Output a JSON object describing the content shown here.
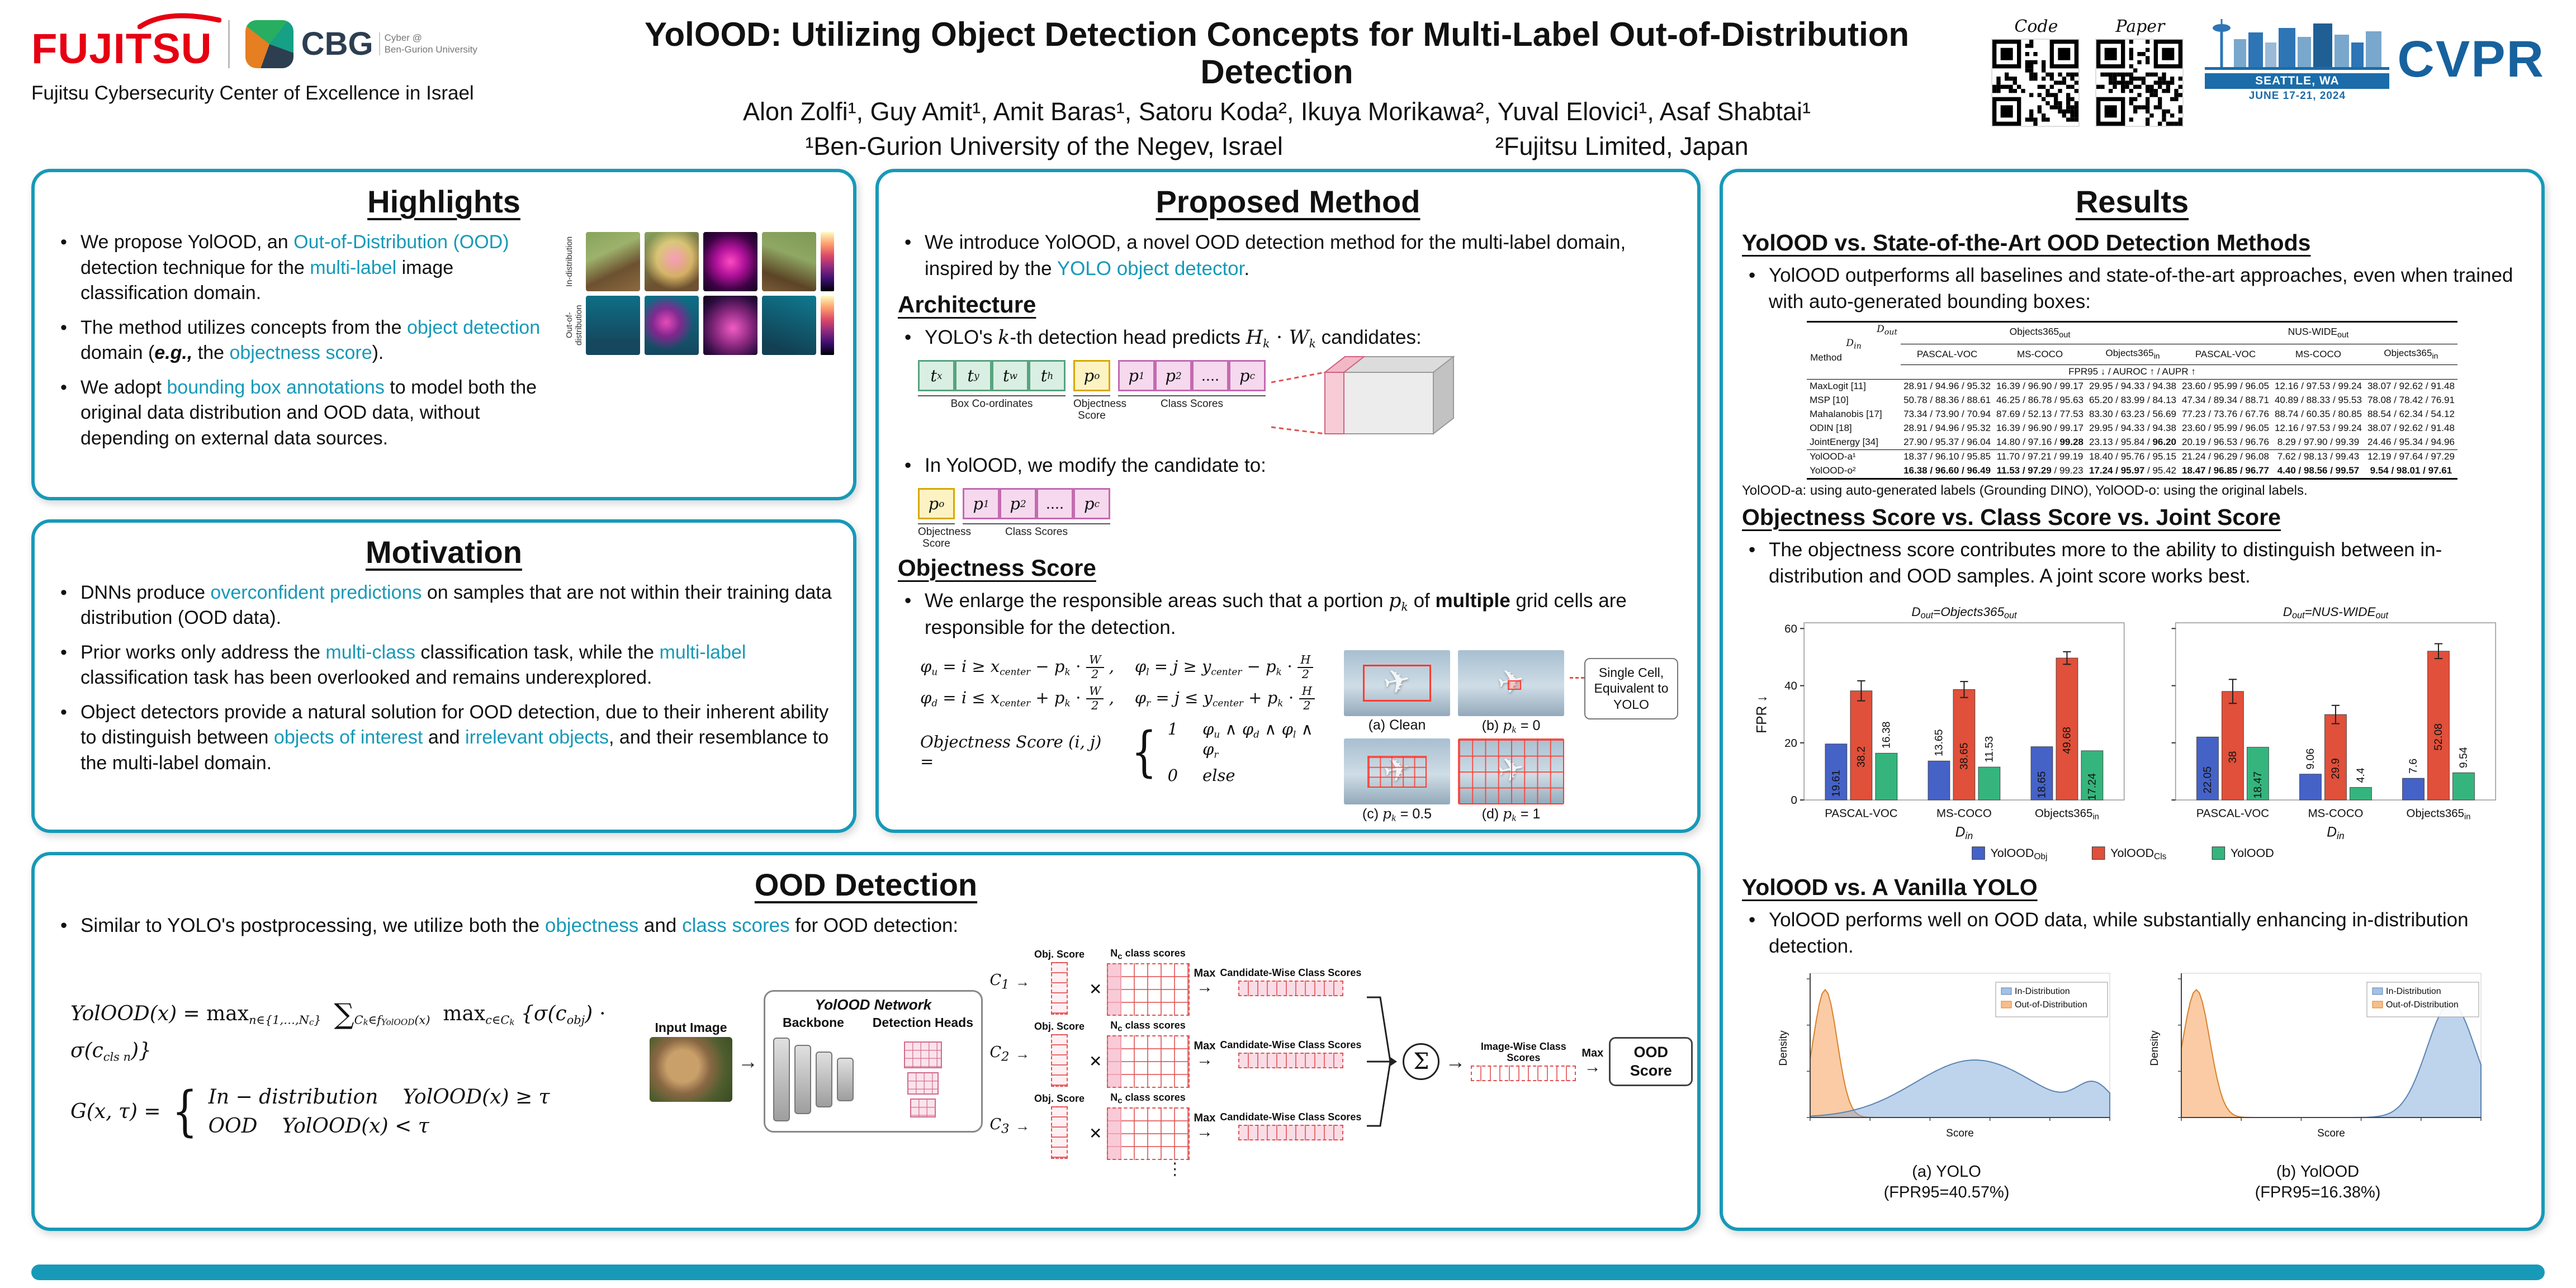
{
  "meta": {
    "accent": "#1799b8"
  },
  "header": {
    "title": "YolOOD: Utilizing Object Detection Concepts for Multi-Label Out-of-Distribution Detection",
    "authors": "Alon Zolfi¹, Guy Amit¹, Amit Baras¹, Satoru Koda², Ikuya Morikawa², Yuval Elovici¹, Asaf Shabtai¹",
    "affil_bgu": "¹Ben-Gurion University of the Negev, Israel",
    "affil_fujitsu": "²Fujitsu Limited, Japan",
    "fujitsu_logo": "FUJITSU",
    "cbg_logo": "CBG",
    "cbg_sub1": "Cyber @",
    "cbg_sub2": "Ben-Gurion University",
    "tagline": "Fujitsu Cybersecurity Center of Excellence in Israel",
    "qr_code_label": "Code",
    "qr_paper_label": "Paper",
    "cvpr_name": "CVPR",
    "cvpr_city": "SEATTLE, WA",
    "cvpr_dates": "JUNE 17-21, 2024"
  },
  "highlights": {
    "title": "Highlights",
    "bullets": [
      [
        [
          "p",
          "We propose YolOOD, an "
        ],
        [
          "a",
          "Out-of-Distribution (OOD)"
        ],
        [
          "p",
          " detection technique for the "
        ],
        [
          "a",
          "multi-label"
        ],
        [
          "p",
          " image classification domain."
        ]
      ],
      [
        [
          "p",
          "The method utilizes concepts from the "
        ],
        [
          "a",
          "object detection"
        ],
        [
          "p",
          " domain ("
        ],
        [
          "bi",
          "e.g., "
        ],
        [
          "p",
          "the "
        ],
        [
          "a",
          "objectness score"
        ],
        [
          "p",
          ")."
        ]
      ],
      [
        [
          "p",
          "We adopt "
        ],
        [
          "a",
          "bounding box annotations"
        ],
        [
          "p",
          " to model both the original data distribution and OOD data, without depending on external data sources."
        ]
      ]
    ],
    "fig_row1": "In-distribution",
    "fig_row2": "Out-of-distribution"
  },
  "motivation": {
    "title": "Motivation",
    "bullets": [
      [
        [
          "p",
          "DNNs produce "
        ],
        [
          "a",
          "overconfident predictions"
        ],
        [
          "p",
          " on samples that are not within their training data distribution (OOD data)."
        ]
      ],
      [
        [
          "p",
          "Prior works only address the "
        ],
        [
          "a",
          "multi-class"
        ],
        [
          "p",
          " classification task, while the "
        ],
        [
          "a",
          "multi-label"
        ],
        [
          "p",
          " classification task has been overlooked and remains underexplored."
        ]
      ],
      [
        [
          "p",
          "Object detectors provide a natural solution for OOD detection, due to their inherent ability to distinguish between "
        ],
        [
          "a",
          "objects of interest"
        ],
        [
          "p",
          " and "
        ],
        [
          "a",
          "irrelevant objects"
        ],
        [
          "p",
          ", and their resemblance to the multi-label domain."
        ]
      ]
    ]
  },
  "method": {
    "title": "Proposed Method",
    "intro": [
      [
        "p",
        "We introduce YolOOD, a novel OOD detection method for the multi-label domain, inspired by the "
      ],
      [
        "a",
        "YOLO object detector"
      ],
      [
        "p",
        "."
      ]
    ],
    "arch_heading": "Architecture",
    "arch_bullet": [
      [
        "p",
        "YOLO's "
      ],
      [
        "m",
        "k"
      ],
      [
        "p",
        "-th detection head predicts "
      ],
      [
        "m",
        "H"
      ],
      [
        "s",
        "k"
      ],
      [
        "m",
        " ⋅ W"
      ],
      [
        "s",
        "k"
      ],
      [
        "p",
        " candidates:"
      ]
    ],
    "vec1_cells": [
      {
        "g": "coord",
        "seg": [
          [
            "m",
            "t"
          ],
          [
            "s",
            "x"
          ]
        ]
      },
      {
        "g": "coord",
        "seg": [
          [
            "m",
            "t"
          ],
          [
            "s",
            "y"
          ]
        ]
      },
      {
        "g": "coord",
        "seg": [
          [
            "m",
            "t"
          ],
          [
            "s",
            "w"
          ]
        ]
      },
      {
        "g": "coord",
        "seg": [
          [
            "m",
            "t"
          ],
          [
            "s",
            "h"
          ]
        ]
      },
      {
        "g": "obj",
        "seg": [
          [
            "m",
            "p"
          ],
          [
            "s",
            "o"
          ]
        ]
      },
      {
        "g": "cls",
        "seg": [
          [
            "m",
            "p"
          ],
          [
            "s",
            "1"
          ]
        ]
      },
      {
        "g": "cls",
        "seg": [
          [
            "m",
            "p"
          ],
          [
            "s",
            "2"
          ]
        ]
      },
      {
        "g": "cls",
        "seg": [
          [
            "p",
            "...."
          ]
        ]
      },
      {
        "g": "cls",
        "seg": [
          [
            "m",
            "p"
          ],
          [
            "s",
            "c"
          ]
        ]
      }
    ],
    "vec1_labels": [
      "Box Co-ordinates",
      "Objectness Score",
      "Class Scores"
    ],
    "modify_bullet": [
      [
        "p",
        "In YolOOD, we modify the candidate to:"
      ]
    ],
    "vec2_cells": [
      {
        "g": "obj",
        "seg": [
          [
            "m",
            "p"
          ],
          [
            "s",
            "o"
          ]
        ]
      },
      {
        "g": "cls",
        "seg": [
          [
            "m",
            "p"
          ],
          [
            "s",
            "1"
          ]
        ]
      },
      {
        "g": "cls",
        "seg": [
          [
            "m",
            "p"
          ],
          [
            "s",
            "2"
          ]
        ]
      },
      {
        "g": "cls",
        "seg": [
          [
            "p",
            "...."
          ]
        ]
      },
      {
        "g": "cls",
        "seg": [
          [
            "m",
            "p"
          ],
          [
            "s",
            "c"
          ]
        ]
      }
    ],
    "vec2_labels": [
      "Objectness Score",
      "Class Scores"
    ],
    "obj_heading": "Objectness Score",
    "obj_bullet": [
      [
        "p",
        "We enlarge the responsible areas such that a portion "
      ],
      [
        "m",
        "p"
      ],
      [
        "s",
        "k"
      ],
      [
        "p",
        " of "
      ],
      [
        "b",
        "multiple"
      ],
      [
        "p",
        " grid cells are responsible for the detection."
      ]
    ],
    "phi1": [
      [
        "m",
        "φ"
      ],
      [
        "s",
        "u"
      ],
      [
        "m",
        " = i ≥ x"
      ],
      [
        "s",
        "center"
      ],
      [
        "m",
        " − p"
      ],
      [
        "s",
        "k"
      ],
      [
        "m",
        " ⋅ "
      ],
      [
        "f",
        "W|2"
      ],
      [
        "m",
        " ,    φ"
      ],
      [
        "s",
        "l"
      ],
      [
        "m",
        " = j ≥ y"
      ],
      [
        "s",
        "center"
      ],
      [
        "m",
        " − p"
      ],
      [
        "s",
        "k"
      ],
      [
        "m",
        " ⋅ "
      ],
      [
        "f",
        "H|2"
      ]
    ],
    "phi2": [
      [
        "m",
        "φ"
      ],
      [
        "s",
        "d"
      ],
      [
        "m",
        " = i ≤ x"
      ],
      [
        "s",
        "center"
      ],
      [
        "m",
        " + p"
      ],
      [
        "s",
        "k"
      ],
      [
        "m",
        " ⋅ "
      ],
      [
        "f",
        "W|2"
      ],
      [
        "m",
        " ,    φ"
      ],
      [
        "s",
        "r"
      ],
      [
        "m",
        " = j ≤ y"
      ],
      [
        "s",
        "center"
      ],
      [
        "m",
        " + p"
      ],
      [
        "s",
        "k"
      ],
      [
        "m",
        " ⋅ "
      ],
      [
        "f",
        "H|2"
      ]
    ],
    "score_lhs": [
      [
        "m",
        "Objectness Score (i, j) ="
      ]
    ],
    "score_case1_val": "1",
    "score_case1_cond": [
      [
        "m",
        "φ"
      ],
      [
        "s",
        "u"
      ],
      [
        "m",
        " ∧ φ"
      ],
      [
        "s",
        "d"
      ],
      [
        "m",
        " ∧ φ"
      ],
      [
        "s",
        "l"
      ],
      [
        "m",
        " ∧ φ"
      ],
      [
        "s",
        "r"
      ]
    ],
    "score_case2_val": "0",
    "score_case2_cond": [
      [
        "m",
        "else"
      ]
    ],
    "cap_a": [
      [
        "p",
        "(a) Clean"
      ]
    ],
    "cap_b": [
      [
        "p",
        "(b) "
      ],
      [
        "m",
        "p"
      ],
      [
        "s",
        "k"
      ],
      [
        "p",
        " = 0"
      ]
    ],
    "cap_c": [
      [
        "p",
        "(c) "
      ],
      [
        "m",
        "p"
      ],
      [
        "s",
        "k"
      ],
      [
        "p",
        " = 0.5"
      ]
    ],
    "cap_d": [
      [
        "p",
        "(d) "
      ],
      [
        "m",
        "p"
      ],
      [
        "s",
        "k"
      ],
      [
        "p",
        " = 1"
      ]
    ],
    "note": "Single Cell, Equivalent to YOLO"
  },
  "ood": {
    "title": "OOD Detection",
    "bullet": [
      [
        "p",
        "Similar to YOLO's postprocessing, we utilize both the "
      ],
      [
        "a",
        "objectness"
      ],
      [
        "p",
        " and "
      ],
      [
        "a",
        "class scores"
      ],
      [
        "p",
        " for OOD detection:"
      ]
    ],
    "f1": [
      [
        "m",
        "YolOOD(x) = "
      ],
      [
        "mr",
        "max"
      ],
      [
        "s",
        "n∈{1,…,N"
      ],
      [
        "ss",
        "c"
      ],
      [
        "s",
        "}"
      ],
      [
        "m",
        "  "
      ],
      [
        "big",
        "∑"
      ],
      [
        "s",
        "C"
      ],
      [
        "ss",
        "k"
      ],
      [
        "s",
        "∈f"
      ],
      [
        "ss",
        "YolOOD"
      ],
      [
        "s",
        "(x)"
      ],
      [
        "m",
        "  "
      ],
      [
        "mr",
        "max"
      ],
      [
        "s",
        "c∈C"
      ],
      [
        "ss",
        "k"
      ],
      [
        "m",
        " {σ(c"
      ],
      [
        "s",
        "obj"
      ],
      [
        "m",
        ") ⋅ σ(c"
      ],
      [
        "s",
        "cls n"
      ],
      [
        "m",
        ")}"
      ]
    ],
    "g_lhs": [
      [
        "m",
        "G(x, τ) ="
      ]
    ],
    "g1_left": [
      [
        "m",
        "In − distribution"
      ]
    ],
    "g1_right": [
      [
        "m",
        "YolOOD(x) ≥ τ"
      ]
    ],
    "g2_left": [
      [
        "m",
        "OOD"
      ]
    ],
    "g2_right": [
      [
        "m",
        "YolOOD(x) < τ"
      ]
    ],
    "diagram": {
      "input": "Input Image",
      "network": "YolOOD Network",
      "backbone": "Backbone",
      "heads": "Detection Heads",
      "obj": "Obj. Score",
      "cls": "N_{c} class scores",
      "max": "Max",
      "cand": "Candidate-Wise Class Scores",
      "img": "Image-Wise Class Scores",
      "sigma": "Σ",
      "ood_score": "OOD Score",
      "c1": "C_{1}",
      "c2": "C_{2}",
      "c3": "C_{3}"
    }
  },
  "results": {
    "title": "Results",
    "s1_heading": "YolOOD vs. State-of-the-Art OOD Detection Methods",
    "s1_bullet": "YolOOD outperforms all baselines and state-of-the-art approaches, even when trained with auto-generated bounding boxes:",
    "table": {
      "corner_dout": "D_{out}",
      "corner_din": "D_{in}",
      "corner_method": "Method",
      "groups": [
        "Objects365_{out}",
        "NUS-WIDE_{out}"
      ],
      "cols": [
        "PASCAL-VOC",
        "MS-COCO",
        "Objects365_{in}",
        "PASCAL-VOC",
        "MS-COCO",
        "Objects365_{in}"
      ],
      "metric": "FPR95 ↓ / AUROC ↑ / AUPR ↑",
      "rows": [
        {
          "method": "MaxLogit [11]",
          "cells": [
            "28.91 / 94.96 / 95.32",
            "16.39 / 96.90 / 99.17",
            "29.95 / 94.33 / 94.38",
            "23.60 / 95.99 / 96.05",
            "12.16 / 97.53 / 99.24",
            "38.07 / 92.62 / 91.48"
          ]
        },
        {
          "method": "MSP [10]",
          "cells": [
            "50.78 / 88.36 / 88.61",
            "46.25 / 86.78 / 95.63",
            "65.20 / 83.99 / 84.13",
            "47.34 / 89.34 / 88.71",
            "40.89 / 88.33 / 95.53",
            "78.08 / 78.42 / 76.91"
          ]
        },
        {
          "method": "Mahalanobis [17]",
          "cells": [
            "73.34 / 73.90 / 70.94",
            "87.69 / 52.13 / 77.53",
            "83.30 / 63.23 / 56.69",
            "77.23 / 73.76 / 67.76",
            "88.74 / 60.35 / 80.85",
            "88.54 / 62.34 / 54.12"
          ]
        },
        {
          "method": "ODIN [18]",
          "cells": [
            "28.91 / 94.96 / 95.32",
            "16.39 / 96.90 / 99.17",
            "29.95 / 94.33 / 94.38",
            "23.60 / 95.99 / 96.05",
            "12.16 / 97.53 / 99.24",
            "38.07 / 92.62 / 91.48"
          ]
        },
        {
          "method": "JointEnergy [34]",
          "cells": [
            "27.90 / 95.37 / 96.04",
            "14.80 / 97.16 / **99.28**",
            "23.13 / 95.84 / **96.20**",
            "20.19 / 96.53 / 96.76",
            "8.29 / 97.90 / 99.39",
            "24.46 / 95.34 / 94.96"
          ]
        },
        {
          "method": "YolOOD-a¹",
          "cells": [
            "18.37 / 96.10 / 95.85",
            "11.70 / 97.21 / 99.19",
            "18.40 / 95.76 / 95.15",
            "21.24 / 96.29 / 96.08",
            "7.62 / 98.13 / 99.43",
            "12.19 / 97.64 / 97.29"
          ]
        },
        {
          "method": "YolOOD-o²",
          "cells": [
            "**16.38 / 96.60 / 96.49**",
            "**11.53 / 97.29** / 99.23",
            "**17.24 / 95.97** / 95.42",
            "**18.47 / 96.85 / 96.77**",
            "**4.40 / 98.56 / 99.57**",
            "**9.54 / 98.01 / 97.61**"
          ]
        }
      ],
      "footnote": "YolOOD-a: using auto-generated labels (Grounding DINO), YolOOD-o: using the original labels."
    },
    "s2_heading": "Objectness Score vs. Class Score vs. Joint Score",
    "s2_bullet": "The objectness score contributes more to the ability to distinguish between in-distribution and OOD samples. A joint score works best.",
    "s3_heading": "YolOOD vs. A Vanilla YOLO",
    "s3_bullet": "YolOOD performs well on OOD data, while substantially enhancing in-distribution detection."
  },
  "chart_data": [
    {
      "id": "score-comparison-bars",
      "type": "bar",
      "ylabel": "FPR ↓",
      "xlabel": "D_{in}",
      "ylim": [
        0,
        60
      ],
      "yticks": [
        0,
        20,
        40,
        60
      ],
      "categories": [
        "PASCAL-VOC",
        "MS-COCO",
        "Objects365_{in}"
      ],
      "legend": [
        "YolOOD_{Obj}",
        "YolOOD_{Cls}",
        "YolOOD"
      ],
      "colors": [
        "#4562c7",
        "#e0503a",
        "#35b57d"
      ],
      "panels": [
        {
          "title": "D_{out}=Objects365_{out}",
          "series": [
            {
              "name": "YolOOD_{Obj}",
              "values": [
                19.61,
                13.65,
                18.65
              ]
            },
            {
              "name": "YolOOD_{Cls}",
              "values": [
                38.2,
                38.65,
                49.68
              ],
              "errors": [
                3.5,
                2.8,
                2.2
              ]
            },
            {
              "name": "YolOOD",
              "values": [
                16.38,
                11.53,
                17.24
              ]
            }
          ]
        },
        {
          "title": "D_{out}=NUS-WIDE_{out}",
          "series": [
            {
              "name": "YolOOD_{Obj}",
              "values": [
                22.05,
                9.06,
                7.6
              ]
            },
            {
              "name": "YolOOD_{Cls}",
              "values": [
                38.0,
                29.9,
                52.08
              ],
              "errors": [
                4.2,
                3.2,
                2.6
              ]
            },
            {
              "name": "YolOOD",
              "values": [
                18.47,
                4.4,
                9.54
              ]
            }
          ]
        }
      ]
    },
    {
      "id": "yolo-vs-yolood-density",
      "type": "area",
      "xlabel": "Score",
      "ylabel": "Density",
      "legend": [
        "In-Distribution",
        "Out-of-Distribution"
      ],
      "colors": {
        "in": "#7da7d9",
        "out": "#f5a15a"
      },
      "plots": [
        {
          "caption1": "(a) YOLO",
          "caption2": "(FPR95=40.57%)",
          "in": [
            [
              0.55,
              0.2,
              0.45
            ],
            [
              0.95,
              0.06,
              0.22
            ]
          ],
          "out": [
            [
              0.05,
              0.04,
              1.0
            ]
          ]
        },
        {
          "caption1": "(b) YolOOD",
          "caption2": "(FPR95=16.38%)",
          "in": [
            [
              0.9,
              0.08,
              0.9
            ]
          ],
          "out": [
            [
              0.05,
              0.045,
              1.0
            ]
          ]
        }
      ]
    }
  ]
}
